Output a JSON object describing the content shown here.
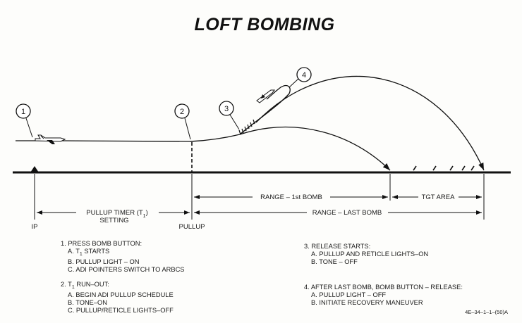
{
  "title": "LOFT BOMBING",
  "markers": {
    "m1": "1",
    "m2": "2",
    "m3": "3",
    "m4": "4"
  },
  "labels": {
    "ip": "IP",
    "pullup": "PULLUP",
    "pullup_timer": "PULLUP TIMER (T",
    "pullup_timer_sub": "1",
    "pullup_timer_end": ")",
    "setting": "SETTING",
    "range_first": "RANGE – 1st BOMB",
    "tgt_area": "TGT AREA",
    "range_last": "RANGE – LAST BOMB"
  },
  "notes": {
    "n1": {
      "head": "1.  PRESS BOMB BUTTON:",
      "a": "A.  T",
      "a_sub": "1",
      "a_end": " STARTS",
      "b": "B.  PULLUP LIGHT – ON",
      "c": "C.  ADI POINTERS SWITCH TO ARBCS"
    },
    "n2": {
      "head": "2.  T",
      "head_sub": "1",
      "head_end": " RUN–OUT:",
      "a": "A.  BEGIN ADI PULLUP SCHEDULE",
      "b": "B.  TONE–ON",
      "c": "C.  PULLUP/RETICLE LIGHTS–OFF"
    },
    "n3": {
      "head": "3.  RELEASE STARTS:",
      "a": "A.  PULLUP AND RETICLE LIGHTS–ON",
      "b": "B.  TONE – OFF"
    },
    "n4": {
      "head": "4.  AFTER LAST BOMB, BOMB BUTTON – RELEASE:",
      "a": "A.  PULLUP LIGHT  –  OFF",
      "b": "B.  INITIATE RECOVERY MANEUVER"
    }
  },
  "figure_id": "4E–34–1–1–(50)A"
}
